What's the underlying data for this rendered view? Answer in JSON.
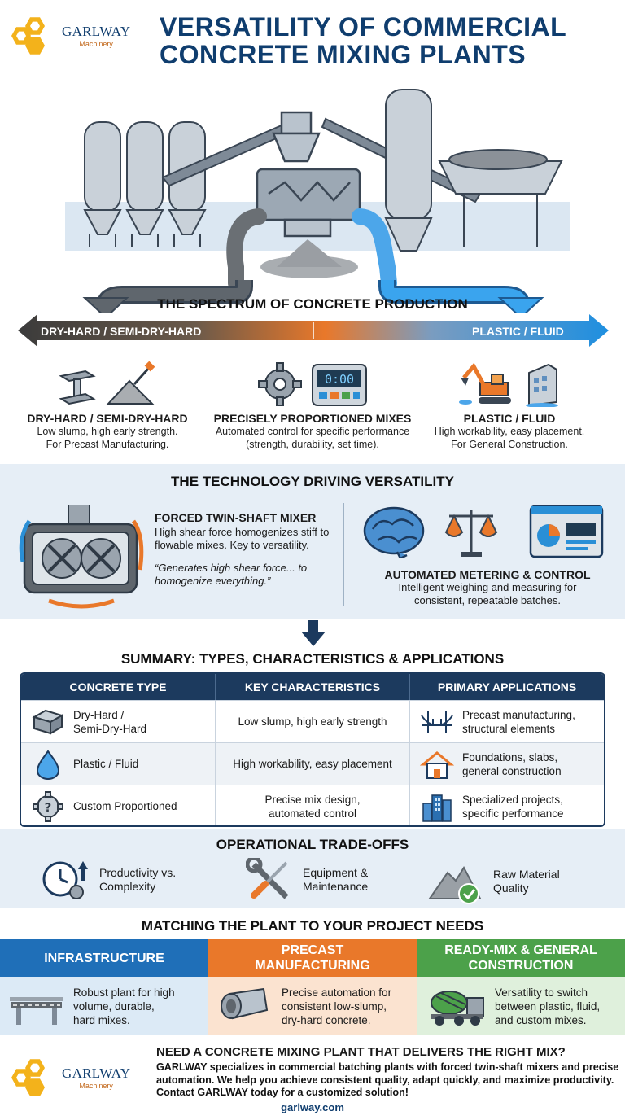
{
  "logo": {
    "brand": "GARLWAY",
    "sub": "Machinery"
  },
  "header": {
    "title_line1": "VERSATILITY OF COMMERCIAL",
    "title_line2": "CONCRETE MIXING PLANTS"
  },
  "spectrum": {
    "title": "THE SPECTRUM OF CONCRETE PRODUCTION",
    "bar_left": "DRY-HARD / SEMI-DRY-HARD",
    "bar_right": "PLASTIC / FLUID",
    "timer_display": "0:00",
    "columns": [
      {
        "title": "DRY-HARD / SEMI-DRY-HARD",
        "line1": "Low slump, high early strength.",
        "line2": "For Precast Manufacturing."
      },
      {
        "title": "PRECISELY PROPORTIONED MIXES",
        "line1": "Automated control for specific performance",
        "line2": "(strength, durability, set time)."
      },
      {
        "title": "PLASTIC / FLUID",
        "line1": "High workability, easy placement.",
        "line2": "For General Construction."
      }
    ]
  },
  "technology": {
    "title": "THE TECHNOLOGY DRIVING VERSATILITY",
    "mixer_title": "FORCED TWIN-SHAFT MIXER",
    "mixer_desc": "High shear force homogenizes stiff to flowable mixes. Key to versatility.",
    "mixer_quote": "“Generates high shear force... to homogenize everything.”",
    "auto_title": "AUTOMATED METERING & CONTROL",
    "auto_line1": "Intelligent weighing and measuring for",
    "auto_line2": "consistent, repeatable batches."
  },
  "summary": {
    "title": "SUMMARY: TYPES, CHARACTERISTICS & APPLICATIONS",
    "headers": [
      "CONCRETE TYPE",
      "KEY CHARACTERISTICS",
      "PRIMARY APPLICATIONS"
    ],
    "rows": [
      {
        "type1": "Dry-Hard /",
        "type2": "Semi-Dry-Hard",
        "char1": "Low slump, high early strength",
        "char2": "",
        "app1": "Precast manufacturing,",
        "app2": "structural elements"
      },
      {
        "type1": "Plastic / Fluid",
        "type2": "",
        "char1": "High workability, easy placement",
        "char2": "",
        "app1": "Foundations, slabs,",
        "app2": "general construction"
      },
      {
        "type1": "Custom Proportioned",
        "type2": "",
        "char1": "Precise mix design,",
        "char2": "automated control",
        "app1": "Specialized projects,",
        "app2": "specific performance"
      }
    ]
  },
  "tradeoffs": {
    "title": "OPERATIONAL TRADE-OFFS",
    "items": [
      {
        "line1": "Productivity vs.",
        "line2": "Complexity"
      },
      {
        "line1": "Equipment &",
        "line2": "Maintenance"
      },
      {
        "line1": "Raw Material",
        "line2": "Quality"
      }
    ]
  },
  "matching": {
    "title": "MATCHING THE PLANT TO YOUR PROJECT NEEDS",
    "columns": [
      {
        "head1": "INFRASTRUCTURE",
        "head2": "",
        "body1": "Robust plant for high",
        "body2": "volume, durable,",
        "body3": "hard mixes."
      },
      {
        "head1": "PRECAST",
        "head2": "MANUFACTURING",
        "body1": "Precise automation for",
        "body2": "consistent low-slump,",
        "body3": "dry-hard concrete."
      },
      {
        "head1": "READY-MIX & GENERAL",
        "head2": "CONSTRUCTION",
        "body1": "Versatility to switch",
        "body2": "between plastic, fluid,",
        "body3": "and custom mixes."
      }
    ]
  },
  "cta": {
    "title": "NEED A CONCRETE MIXING PLANT THAT DELIVERS THE RIGHT MIX?",
    "body": "GARLWAY specializes in commercial batching plants with forced twin-shaft mixers and precise automation. We help you achieve consistent quality, adapt quickly, and maximize productivity. Contact GARLWAY today for a customized solution!",
    "url": "garlway.com"
  },
  "colors": {
    "navy": "#0f3d6e",
    "orange": "#e9782a",
    "blue": "#2a8fd6",
    "green": "#4ca14a",
    "table_head": "#1c3a5e"
  }
}
